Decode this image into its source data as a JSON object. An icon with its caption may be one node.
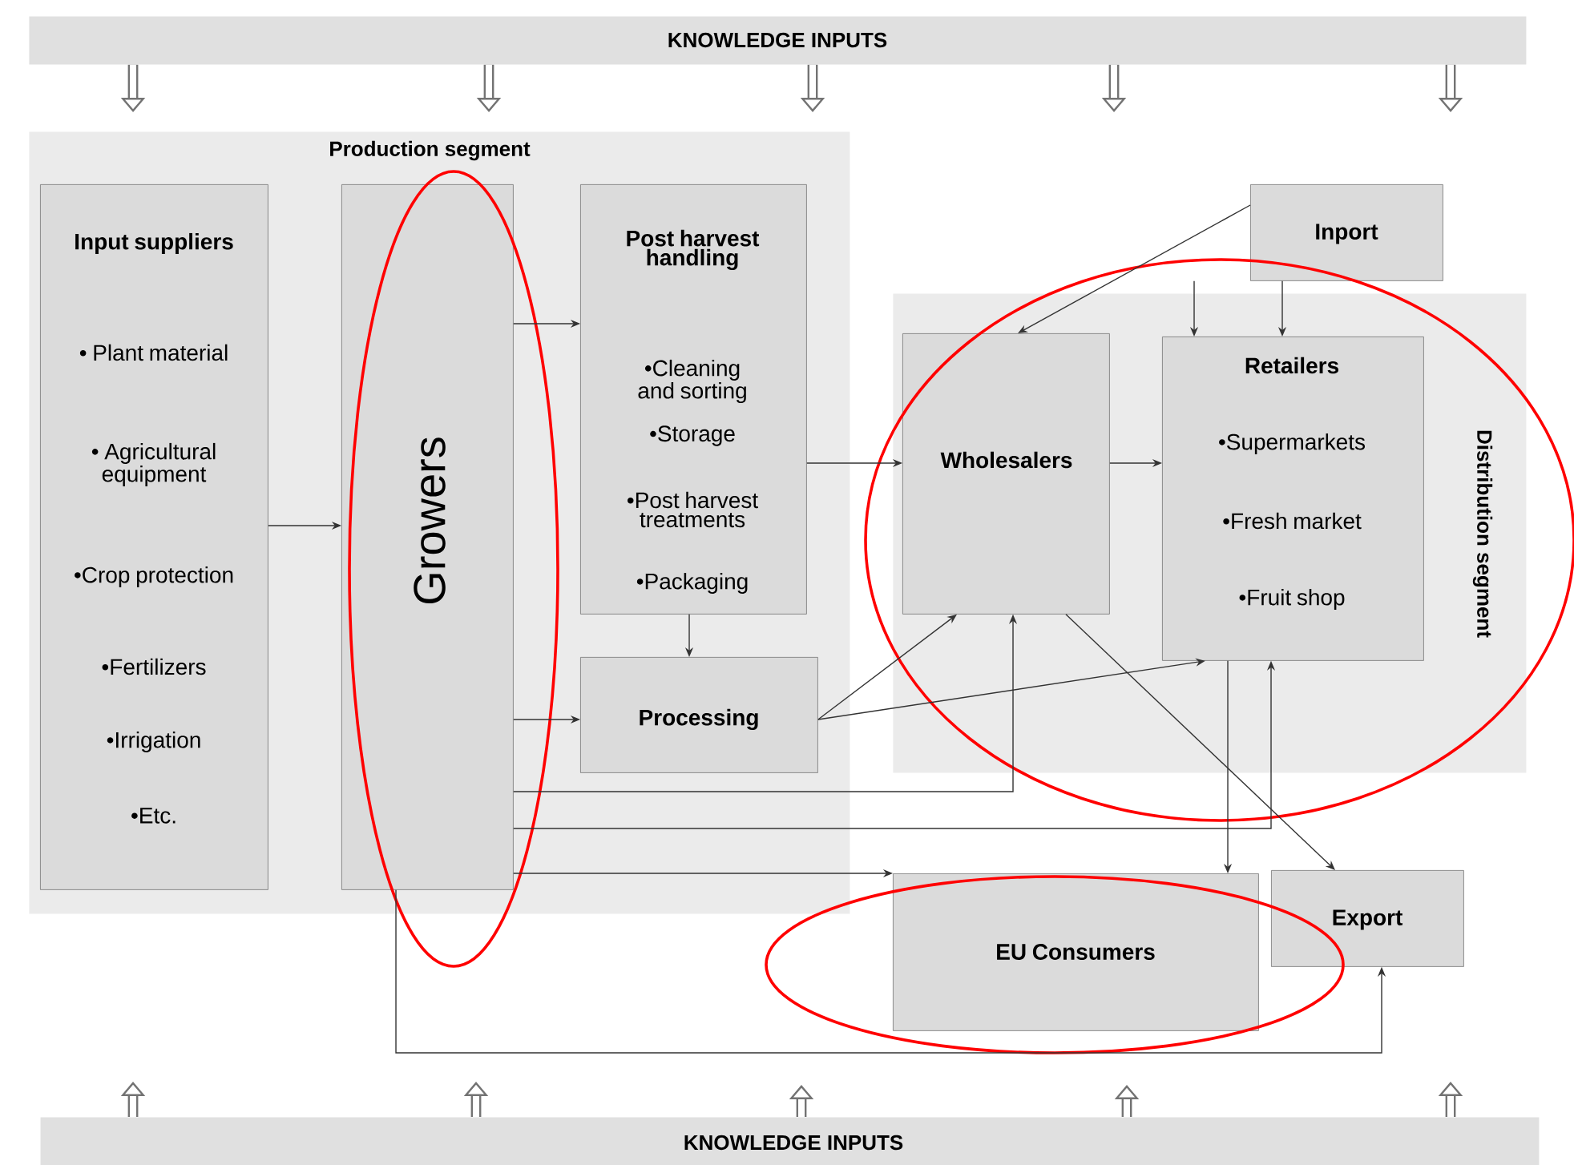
{
  "diagram": {
    "nodes": [
      {
        "text": [
          "KNOWLEDGE INPUTS"
        ]
      },
      {
        "text": [
          "Production segment"
        ]
      },
      {
        "text": [
          "Input suppliers",
          "• Plant material",
          "• Agricultural equipment",
          "•Crop protection",
          "•Fertilizers",
          "•Irrigation",
          "•Etc."
        ],
        "in": 1
      },
      {
        "text": [
          "Growers"
        ],
        "in": 1
      },
      {
        "text": [
          "Post harvest handling",
          "•Cleaning and sorting",
          "•Storage",
          "•Post harvest treatments",
          "•Packaging"
        ],
        "in": 1
      },
      {
        "text": [
          "Processing"
        ],
        "in": 1
      },
      {
        "text": [
          "Distribution segment"
        ]
      },
      {
        "text": [
          "Wholesalers"
        ],
        "in": 6
      },
      {
        "text": [
          "Inport"
        ]
      },
      {
        "text": [
          "Retailers",
          "•Supermarkets",
          "•Fresh market",
          "•Fruit shop"
        ],
        "in": 6
      },
      {
        "text": [
          "EU Consumers"
        ]
      },
      {
        "text": [
          "Export"
        ]
      },
      {
        "text": [
          "KNOWLEDGE INPUTS"
        ]
      }
    ],
    "edges": [
      {
        "from": 2,
        "to": 3,
        "arrow": "to"
      },
      {
        "from": 3,
        "to": 4,
        "arrow": "to"
      },
      {
        "from": 3,
        "to": 5,
        "arrow": "to"
      },
      {
        "from": 4,
        "to": 5,
        "arrow": "to"
      },
      {
        "from": 4,
        "to": 7,
        "arrow": "to"
      },
      {
        "from": 5,
        "to": 7,
        "arrow": "to"
      },
      {
        "from": 5,
        "to": 9,
        "arrow": "to"
      },
      {
        "from": 3,
        "to": 7,
        "arrow": "to"
      },
      {
        "from": 3,
        "to": 9,
        "arrow": "to"
      },
      {
        "from": 3,
        "to": 10,
        "arrow": "to"
      },
      {
        "from": 3,
        "to": 11,
        "arrow": "to"
      },
      {
        "from": 8,
        "to": 7,
        "arrow": "to"
      },
      {
        "from": 8,
        "to": 9,
        "arrow": "to"
      },
      {
        "from": 8,
        "to": 9,
        "arrow": "to"
      },
      {
        "from": 7,
        "to": 9,
        "arrow": "to"
      },
      {
        "from": 7,
        "to": 11,
        "arrow": "to"
      },
      {
        "from": 9,
        "to": 10,
        "arrow": "to"
      },
      {
        "from": 0,
        "to": null,
        "arrow": "to",
        "style": "thick"
      },
      {
        "from": 0,
        "to": null,
        "arrow": "to",
        "style": "thick"
      },
      {
        "from": 0,
        "to": null,
        "arrow": "to",
        "style": "thick"
      },
      {
        "from": 0,
        "to": null,
        "arrow": "to",
        "style": "thick"
      },
      {
        "from": 0,
        "to": null,
        "arrow": "to",
        "style": "thick"
      },
      {
        "from": 12,
        "to": null,
        "arrow": "to",
        "style": "thick"
      },
      {
        "from": 12,
        "to": null,
        "arrow": "to",
        "style": "thick"
      },
      {
        "from": 12,
        "to": null,
        "arrow": "to",
        "style": "thick"
      },
      {
        "from": 12,
        "to": null,
        "arrow": "to",
        "style": "thick"
      },
      {
        "from": 12,
        "to": null,
        "arrow": "to",
        "style": "thick"
      }
    ]
  }
}
